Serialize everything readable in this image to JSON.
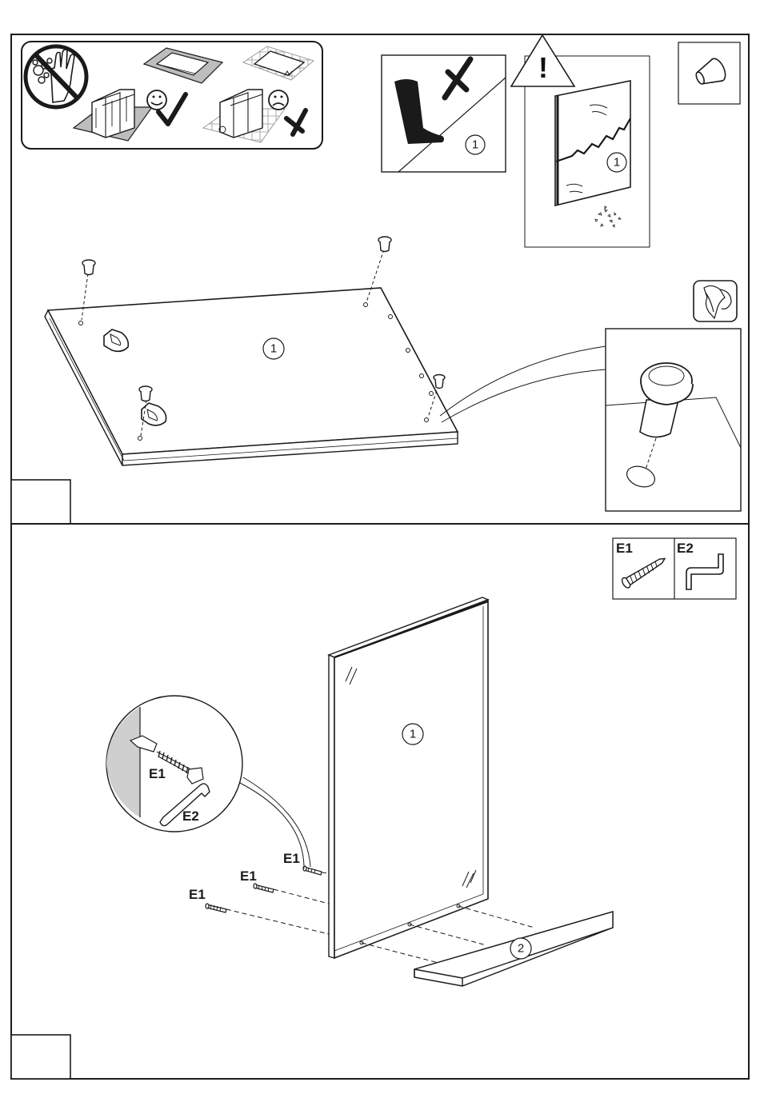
{
  "step1": {
    "board_number": "1",
    "warning_boot_number": "1",
    "warning_mirror_number": "1",
    "warning_symbol": "!"
  },
  "step2": {
    "mirror_number": "1",
    "base_number": "2",
    "fitting_labels": {
      "screw": "E1",
      "key": "E2"
    },
    "callout_labels": {
      "screw": "E1",
      "key": "E2"
    },
    "screw_labels": [
      "E1",
      "E1",
      "E1"
    ]
  },
  "icons": [
    "no-touch-icon",
    "smiley-happy-icon",
    "smiley-sad-icon",
    "checkmark-icon",
    "cross-icon",
    "boot-icon",
    "warning-triangle-icon",
    "bumper-icon",
    "protective-glove-icon",
    "screw-icon",
    "allen-key-icon"
  ]
}
